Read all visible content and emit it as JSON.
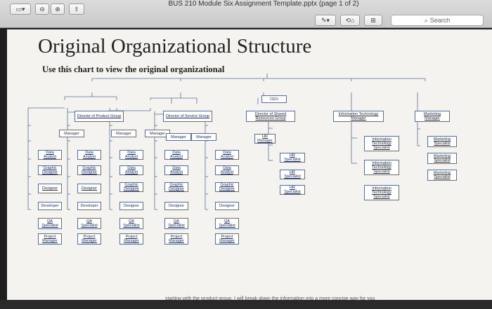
{
  "window": {
    "title": "BUS 210 Module Six Assignment Template.pptx (page 1 of 2)",
    "search_placeholder": "Search"
  },
  "slide": {
    "title": "Original Organizational Structure",
    "subtitle": "Use this chart to view the original organizational",
    "footer_partial": "starting with the product group.  I will break down the information into a more concise way for you"
  },
  "org": {
    "ceo": "CEO",
    "product": {
      "head": "Director of Product Group",
      "managers": [
        "Manager",
        "Manager"
      ],
      "columns": [
        [
          "Data Analyst",
          "Graphic Designer",
          "Designer",
          "Developer",
          "QA Specialist",
          "Project Manager"
        ],
        [
          "Data Analyst",
          "Graphic Designer",
          "Designer",
          "Developer",
          "QA Specialist",
          "Project Manager"
        ]
      ]
    },
    "service": {
      "head": "Director of Service Group",
      "managers": [
        "Manager",
        "Manager",
        "Manager"
      ],
      "columns": [
        [
          "Data Analyst",
          "Data Analyst",
          "Graphic Designer",
          "Designer",
          "QA Specialist",
          "Project Manager"
        ],
        [
          "Data Analyst",
          "Data Analyst",
          "Graphic Designer",
          "Designer",
          "QA Specialist",
          "Project Manager"
        ],
        [
          "Data Analyst",
          "Data Analyst",
          "Graphic Designer",
          "Designer",
          "QA Specialist",
          "Project Manager"
        ]
      ]
    },
    "shared": {
      "head": "Director of Shared Resources Group",
      "manager": "HR Manager",
      "items": [
        "HR Specialist",
        "HR Specialist",
        "HR Specialist"
      ]
    },
    "it": {
      "head": "Information Technology Manager",
      "items": [
        "Information Technology Specialist",
        "Information Technology Specialist",
        "Information Technology Specialist"
      ]
    },
    "marketing": {
      "head": "Marketing Manager",
      "items": [
        "Marketing Specialist",
        "Marketing Specialist",
        "Marketing Specialist"
      ]
    }
  }
}
